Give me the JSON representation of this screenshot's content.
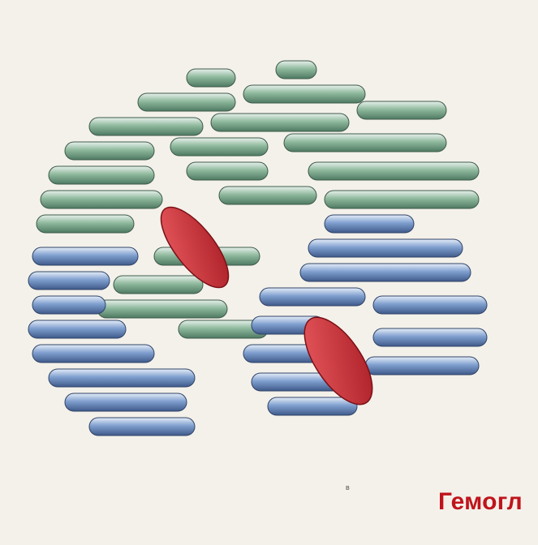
{
  "figure": {
    "subject": "hemoglobin-molecule-3d-illustration",
    "panel_letter": "в",
    "colors": {
      "background": "#f4f1ea",
      "alpha_chains": "#7aa88a",
      "beta_chains": "#6f8fc3",
      "heme": "#d2353c"
    }
  },
  "caption": {
    "text": "Гемогл"
  }
}
